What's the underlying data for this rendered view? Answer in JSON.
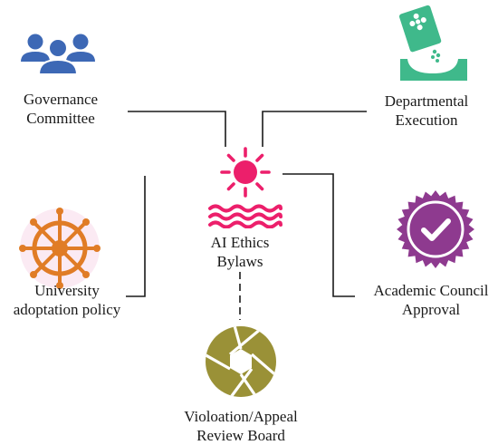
{
  "center": {
    "line1": "AI Ethics",
    "line2": "Bylaws",
    "icon": "sun-over-water-icon",
    "color": "#ec1f6b"
  },
  "nodes": {
    "governance": {
      "line1": "Governance",
      "line2": "Committee",
      "icon": "group-of-people-icon",
      "color": "#3d68b5"
    },
    "departmental": {
      "line1": "Departmental",
      "line2": "Execution",
      "icon": "seed-planting-icon",
      "color": "#3fb98b"
    },
    "university": {
      "line1": "University",
      "line2": "adoptation policy",
      "icon": "ship-wheel-icon",
      "color": "#e07c26"
    },
    "academic": {
      "line1": "Academic Council",
      "line2": "Approval",
      "icon": "badge-checkmark-icon",
      "color": "#8e3a8f"
    },
    "review": {
      "line1": "Violoation/Appeal",
      "line2": "Review Board",
      "icon": "camera-shutter-icon",
      "color": "#9a9137"
    }
  }
}
